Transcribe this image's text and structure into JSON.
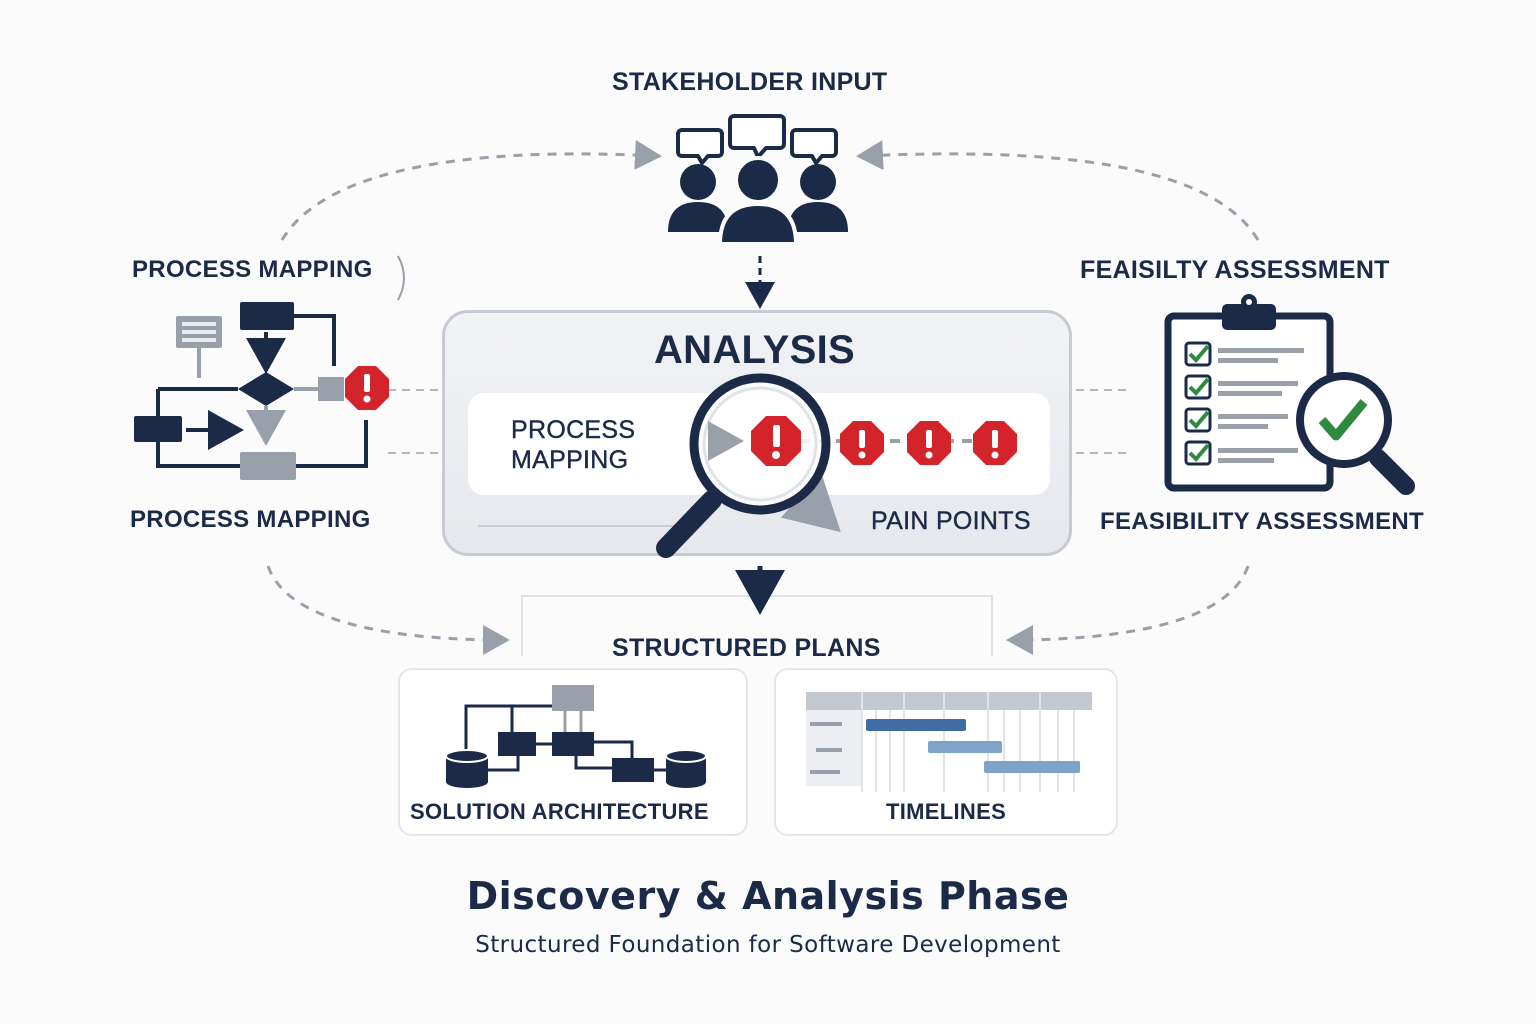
{
  "top": {
    "stakeholder_label": "STAKEHOLDER INPUT"
  },
  "left": {
    "process_mapping_top": "PROCESS MAPPING",
    "process_mapping_bottom": "PROCESS MAPPING"
  },
  "right": {
    "feasibility_top": "FEAISILTY ASSESSMENT",
    "feasibility_bottom": "FEASIBILITY ASSESSMENT"
  },
  "analysis": {
    "title": "ANALYSIS",
    "process_line1": "PROCESS",
    "process_line2": "MAPPING",
    "pain_points": "PAIN POINTS"
  },
  "plans": {
    "title": "STRUCTURED PLANS",
    "solution_architecture": "SOLUTION ARCHITECTURE",
    "timelines": "TIMELINES"
  },
  "footer": {
    "title": "Discovery & Analysis Phase",
    "subtitle": "Structured Foundation for Software Development"
  },
  "icons": {
    "stakeholders": "people-with-speech-bubbles-icon",
    "flowchart": "flowchart-icon",
    "warning": "warning-octagon-icon",
    "magnifier": "magnifying-glass-icon",
    "clipboard": "checklist-clipboard-icon",
    "check": "check-magnifier-icon",
    "architecture": "architecture-diagram-icon",
    "gantt": "gantt-chart-icon"
  },
  "colors": {
    "navy": "#1b2a47",
    "alert_red": "#d3232b",
    "check_green": "#2f8a3f",
    "gray_box": "#9aa0aa",
    "bar_blue": "#3f6da1"
  }
}
